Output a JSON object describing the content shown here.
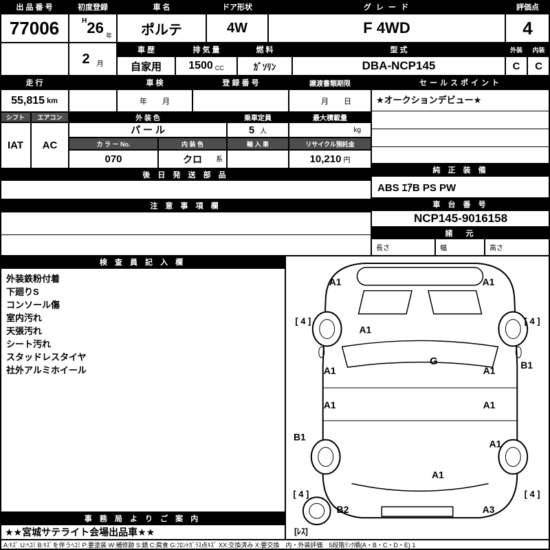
{
  "top": {
    "auction_no_label": "出 品 番 号",
    "auction_no": "77006",
    "first_reg_label": "初度登録",
    "era": "H",
    "reg_year": "26",
    "year_unit": "年",
    "reg_month": "2",
    "month_unit": "月",
    "car_name_label": "車 名",
    "car_name": "ポルテ",
    "door_label": "ドア形状",
    "door": "4W",
    "grade_label": "グ レ ー ド",
    "grade": "F 4WD",
    "score_label": "評価点",
    "score": "4",
    "history_label": "車 歴",
    "history": "自家用",
    "displacement_label": "排 気 量",
    "displacement": "1500",
    "displacement_unit": "CC",
    "fuel_label": "燃 料",
    "fuel": "ｶﾞｿﾘﾝ",
    "model_label": "型 式",
    "model": "DBA-NCP145",
    "exterior_label": "外装",
    "interior_label": "内装",
    "exterior_grade": "C",
    "interior_grade": "C"
  },
  "mileage": {
    "label": "走 行",
    "value": "55,815",
    "unit": "km",
    "inspection_label": "車 検",
    "inspection_value": "年　　月",
    "reg_no_label": "登 録 番 号",
    "transfer_label": "譲渡書類期限",
    "transfer_value": "月　　日"
  },
  "sales": {
    "label": "セールスポイント",
    "point": "★オークションデビュー★"
  },
  "equip": {
    "shift_label": "シフト",
    "shift": "IAT",
    "aircon_label": "エアコン",
    "aircon": "AC",
    "ext_color_label": "外 装 色",
    "ext_color": "パ ー ル",
    "capacity_label": "乗車定員",
    "capacity": "5",
    "capacity_unit": "人",
    "max_load_label": "最大積載量",
    "max_load_unit": "kg",
    "color_no_label": "カ ラ ー No.",
    "color_no": "070",
    "int_color_label": "内 装 色",
    "int_color": "クロ",
    "int_color_unit": "系",
    "import_label": "輸 入 車",
    "recycle_label": "リサイクル預託金",
    "recycle": "10,210",
    "recycle_unit": "円",
    "parts_label": "後 日 発 送 部 品"
  },
  "caution": {
    "label": "注 意 事 項 欄"
  },
  "right": {
    "genuine_label": "純 正 装 備",
    "genuine": "ABS ｴｱB PS PW",
    "chassis_label": "車 台 番 号",
    "chassis": "NCP145-9016158",
    "spec_label": "諸　元",
    "length_label": "長さ",
    "width_label": "幅",
    "height_label": "高さ"
  },
  "inspector": {
    "label": "検 査 員 記 入 欄",
    "notes": [
      "外装鉄粉付着",
      "下廻りS",
      "コンソール傷",
      "室内汚れ",
      "天張汚れ",
      "シート汚れ",
      "スタッドレスタイヤ",
      "社外アルミホイール"
    ]
  },
  "office": {
    "label": "事 務 局 よ り ご 案 内",
    "value": "★★宮城サテライト会場出品車★★"
  },
  "diagram": {
    "labels": [
      "A1",
      "A1",
      "[ 4 ]",
      "[ 4 ]",
      "A1",
      "A1",
      "G",
      "A1",
      "B1",
      "A1",
      "A1",
      "B1",
      "A1",
      "A1",
      "[ 4 ]",
      "[ 4 ]",
      "B2",
      "A3",
      "[ﾚｽ]"
    ]
  },
  "footer": {
    "legend": "A:ｷｽﾞ U:ﾍｺﾐ B:ｷｽﾞを伴うﾍｺﾐ P:要塗装 W:補修跡 S:錆 C:腐食 G:ﾌﾛﾝﾄｶﾞﾗｽ点ｷｽﾞ XX:交換済み X:要交換　内・外装評価　5段階ﾗﾝｸ順(A・B・C・D・E) 1"
  }
}
